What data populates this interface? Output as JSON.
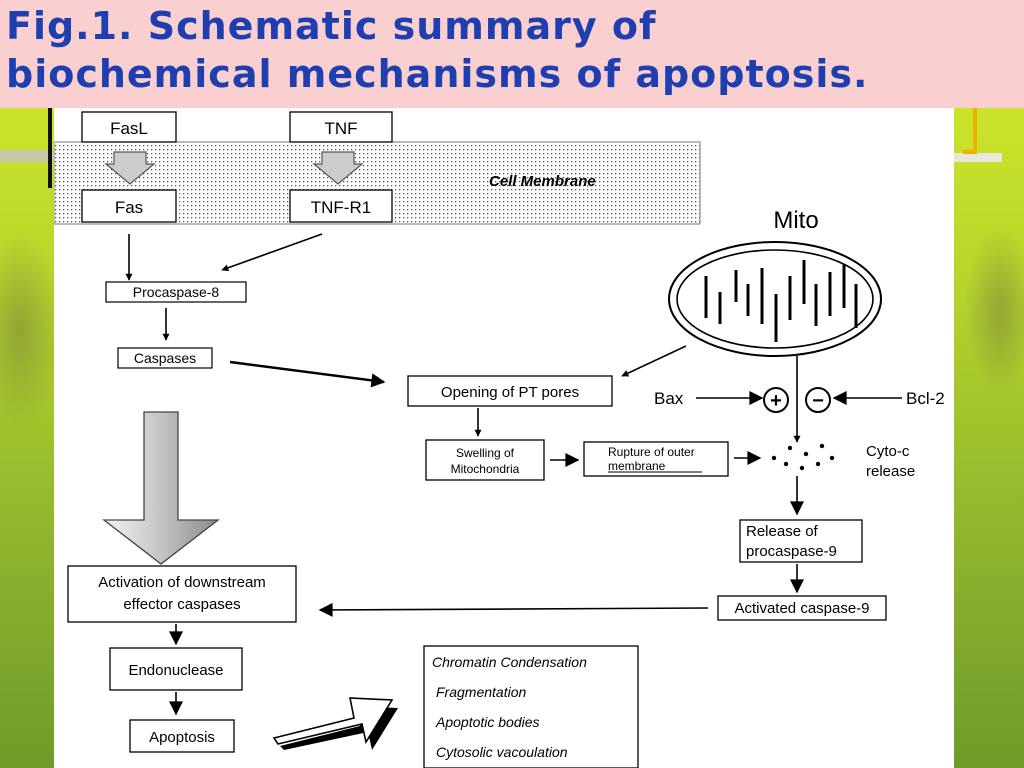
{
  "title": {
    "line1": "Fig.1. Schematic summary of",
    "line2": "biochemical mechanisms of apoptosis."
  },
  "diagram": {
    "membrane_label": "Cell Membrane",
    "ligands": {
      "fasl": "FasL",
      "tnf": "TNF"
    },
    "receptors": {
      "fas": "Fas",
      "tnfr1": "TNF-R1"
    },
    "procaspase8": "Procaspase-8",
    "caspases": "Caspases",
    "mito_label": "Mito",
    "pt_pores": "Opening of PT pores",
    "swelling": {
      "line1": "Swelling of",
      "line2": "Mitochondria"
    },
    "rupture": {
      "line1": "Rupture of outer",
      "line2": "membrane"
    },
    "bax": "Bax",
    "bcl2": "Bcl-2",
    "plus": "+",
    "minus": "−",
    "cytoc": {
      "line1": "Cyto-c",
      "line2": "release"
    },
    "release_proc9": {
      "line1": "Release of",
      "line2": "procaspase-9"
    },
    "activated_casp9": "Activated caspase-9",
    "effector": {
      "line1": "Activation of downstream",
      "line2": "effector  caspases"
    },
    "endonuclease": "Endonuclease",
    "apoptosis": "Apoptosis",
    "features": [
      "Chromatin Condensation",
      "Fragmentation",
      "Apoptotic bodies",
      "Cytosolic vacoulation"
    ]
  }
}
